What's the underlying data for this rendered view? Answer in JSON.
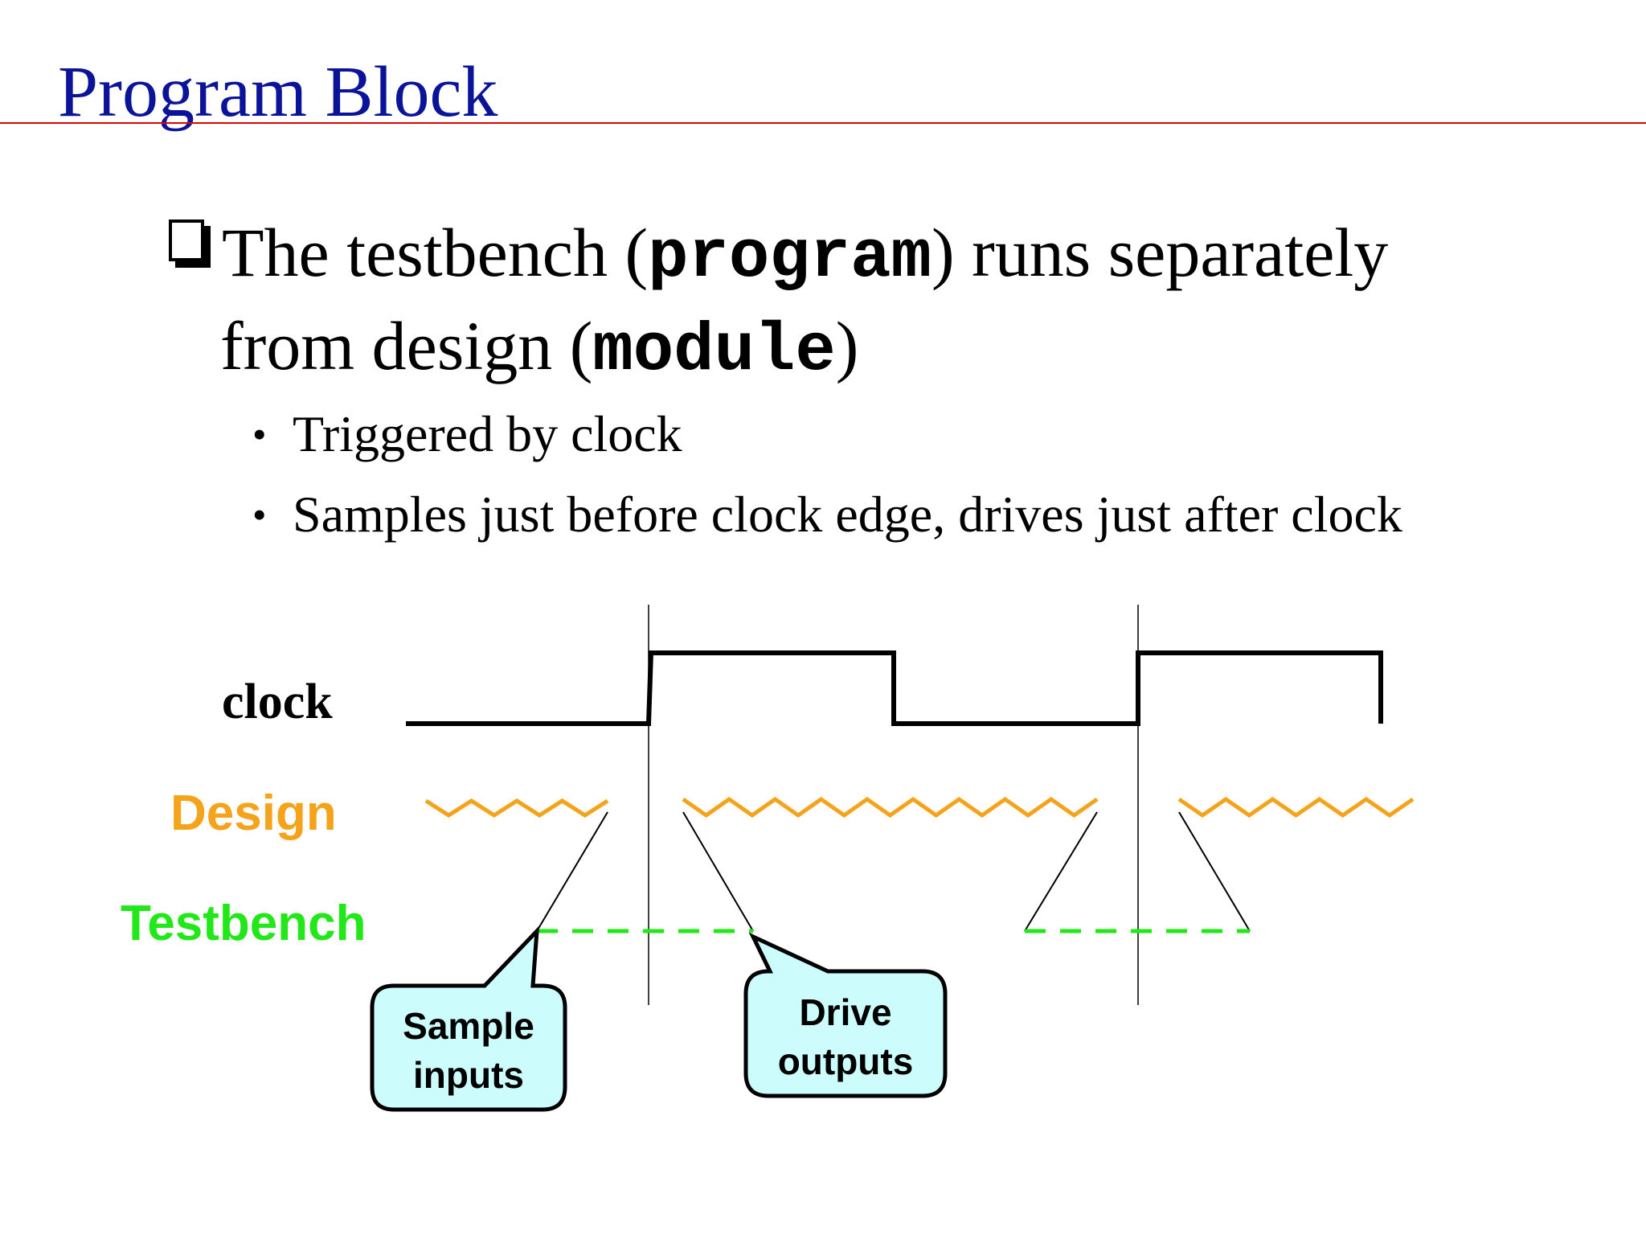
{
  "title": "Program Block",
  "main_bullet": {
    "text_a": "The testbench (",
    "code_a": "program",
    "text_b": ") runs separately",
    "text_c": "from design (",
    "code_b": "module",
    "text_d": ")"
  },
  "sub_bullets": [
    "Triggered by clock",
    "Samples just before clock edge, drives just after clock"
  ],
  "diagram": {
    "labels": {
      "clock": "clock",
      "design": "Design",
      "testbench": "Testbench"
    },
    "callouts": {
      "sample_line1": "Sample",
      "sample_line2": "inputs",
      "drive_line1": "Drive",
      "drive_line2": "outputs"
    },
    "colors": {
      "title": "#0b1499",
      "rule": "#e00000",
      "design": "#f5a31a",
      "testbench": "#22e81a",
      "callout_fill": "#ccfcfc"
    }
  }
}
